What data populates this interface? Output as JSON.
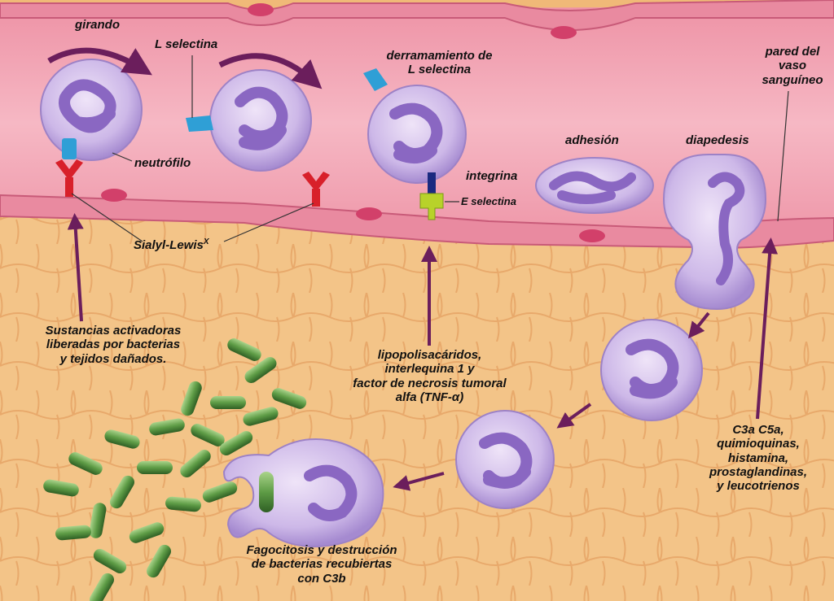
{
  "labels": {
    "rolling": "girando",
    "l_selectin": "L selectina",
    "shedding_line1": "derramamiento de",
    "shedding_line2": "L selectina",
    "vessel_wall_line1": "pared del",
    "vessel_wall_line2": "vaso",
    "vessel_wall_line3": "sanguíneo",
    "neutrophil": "neutrófilo",
    "adhesion": "adhesión",
    "diapedesis": "diapedesis",
    "integrin": "integrina",
    "e_selectin": "E selectina",
    "sialyl_lewis": "Sialyl-Lewis",
    "sialyl_lewis_sup": "X",
    "activators_line1": "Sustancias activadoras",
    "activators_line2": "liberadas por bacterias",
    "activators_line3": "y tejidos dañados.",
    "cytokines_line1": "lipopolisacáridos,",
    "cytokines_line2": "interlequina 1 y",
    "cytokines_line3": "factor de necrosis tumoral",
    "cytokines_line4": "alfa (TNF-α)",
    "chemo_line1": "C3a C5a,",
    "chemo_line2": "quimioquinas,",
    "chemo_line3": "histamina,",
    "chemo_line4": "prostaglandinas,",
    "chemo_line5": "y leucotrienos",
    "phago_line1": "Fagocitosis y destrucción",
    "phago_line2": "de bacterias recubiertas",
    "phago_line3": "con C3b"
  },
  "colors": {
    "tissue": "#f3c488",
    "vessel_lumen": "#f2a6b4",
    "vessel_wall": "#e77d95",
    "cell_body": "#cbb6e6",
    "nucleus": "#8f6fc6",
    "arrow": "#6b1e5c",
    "bacteria": "#5c9a44",
    "sialyl_lewis": "#d8202a",
    "l_selectin": "#2f9fd6",
    "integrin": "#1b2a80",
    "e_selectin": "#b8d22a"
  }
}
